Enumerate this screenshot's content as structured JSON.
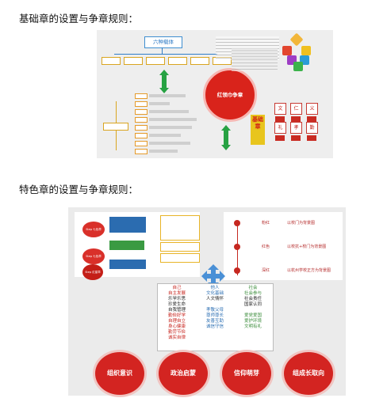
{
  "headings": {
    "basic": "基础章的设置与争章规则：",
    "feature": "特色章的设置与争章规则："
  },
  "panel1": {
    "title_box": "六种载体",
    "center_circle": "红领巾争章",
    "basic_block": "基础章",
    "carrier_boxes": [
      "",
      "",
      "",
      "",
      "",
      ""
    ],
    "badges": [
      "文",
      "仁",
      "义",
      "礼",
      "孝",
      "勤"
    ]
  },
  "panel2": {
    "left_circles": [
      "Step 七色章",
      "Step 七色章",
      "Step 红星章"
    ],
    "right_labels": [
      "粉红",
      "红色",
      "深红"
    ],
    "right_texts": [
      "以校门为背景图",
      "以校抗+校门为背景图",
      "以杭州学校正方为背景图"
    ],
    "value_table": {
      "col1": [
        "自己",
        "自主发展",
        "乐学乐思",
        "珍爱生命",
        "自我管理",
        "勤俭好学",
        "自理自立",
        "身心健康",
        "勤劳节俭",
        "诚实自律"
      ],
      "col2": [
        "他人",
        "文化基础",
        "人文情怀",
        "",
        "孝敬父母",
        "尊师尊长",
        "友善互助",
        "诚信守信"
      ],
      "col3": [
        "社会",
        "社会参与",
        "社会责任",
        "国家认同",
        "",
        "爱党爱国",
        "爱护环境",
        "文明有礼"
      ]
    },
    "bottom_circles": [
      "组织意识",
      "政治启蒙",
      "信仰萌芽",
      "组成长取向"
    ]
  },
  "colors": {
    "red": "#d32421",
    "green": "#27a243",
    "blue": "#2f7dc7",
    "gold": "#d9a520"
  }
}
